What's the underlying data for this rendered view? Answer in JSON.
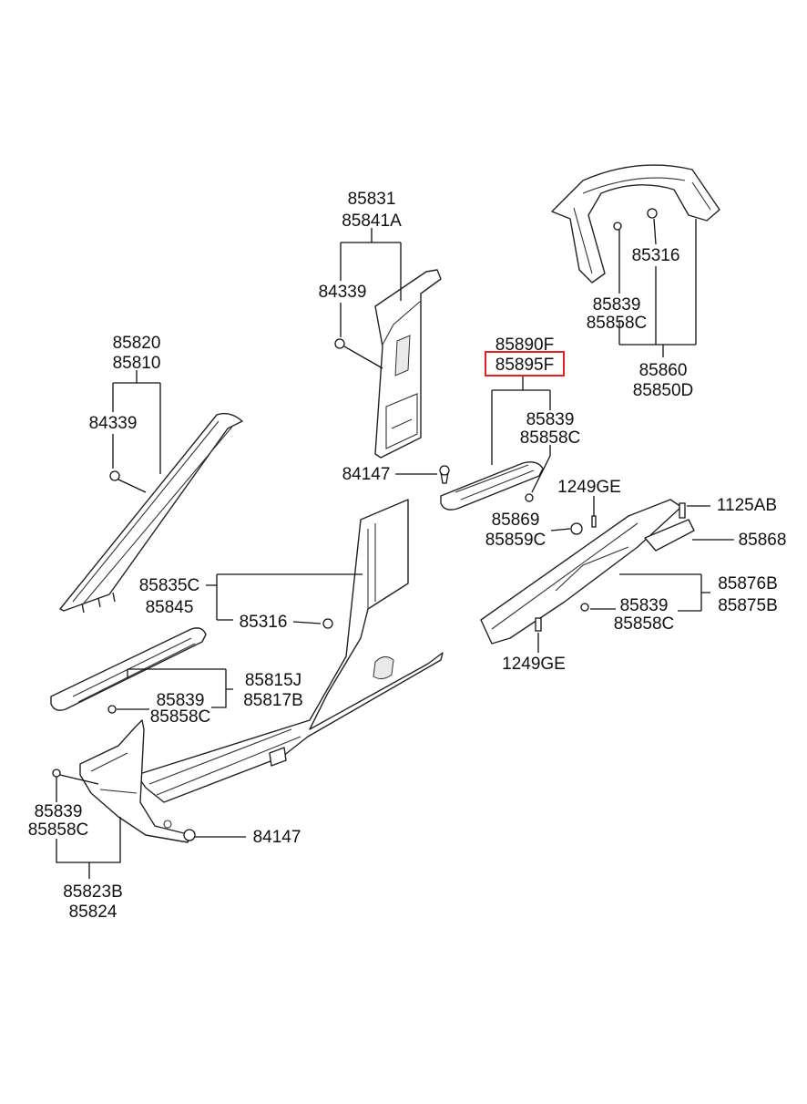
{
  "labels": {
    "l_85831": "85831",
    "l_85841a": "85841A",
    "l_84339_top": "84339",
    "l_85820": "85820",
    "l_85810": "85810",
    "l_84339_left": "84339",
    "l_84147_mid": "84147",
    "l_85890f": "85890F",
    "l_85895f": "85895F",
    "l_85839_mid": "85839",
    "l_85858c_mid": "85858C",
    "l_85316_top": "85316",
    "l_85839_top": "85839",
    "l_85858c_top": "85858C",
    "l_85860": "85860",
    "l_85850d": "85850D",
    "l_1249ge_top": "1249GE",
    "l_1125ab": "1125AB",
    "l_85869": "85869",
    "l_85859c": "85859C",
    "l_85868": "85868",
    "l_85876b": "85876B",
    "l_85875b": "85875B",
    "l_85839_right": "85839",
    "l_85858c_right": "85858C",
    "l_1249ge_bottom": "1249GE",
    "l_85835c": "85835C",
    "l_85845": "85845",
    "l_85316_mid": "85316",
    "l_85815j": "85815J",
    "l_85817b": "85817B",
    "l_85839_low": "85839",
    "l_85858c_low": "85858C",
    "l_85839_left": "85839",
    "l_85858c_left": "85858C",
    "l_84147_low": "84147",
    "l_85823b": "85823B",
    "l_85824": "85824"
  },
  "highlighted_part": "85895F",
  "colors": {
    "highlight": "#e0201f",
    "line": "#111111",
    "background": "#ffffff"
  }
}
